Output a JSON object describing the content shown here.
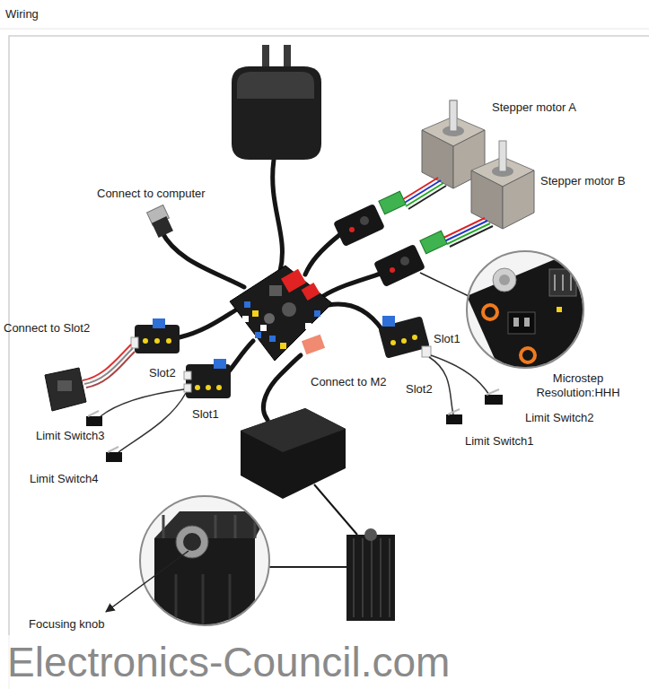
{
  "diagram": {
    "title": "Wiring",
    "labels": [
      "Stepper motor A",
      "Stepper motor B",
      "Connect to computer",
      "Connect to Slot2",
      "Slot2",
      "Slot1",
      "Limit Switch3",
      "Limit Switch4",
      "Connect to M2",
      "Slot1",
      "Slot2",
      "Limit Switch2",
      "Limit Switch1",
      "Microstep Resolution:HHH",
      "Focusing knob",
      "Electronics-Council.com"
    ]
  }
}
